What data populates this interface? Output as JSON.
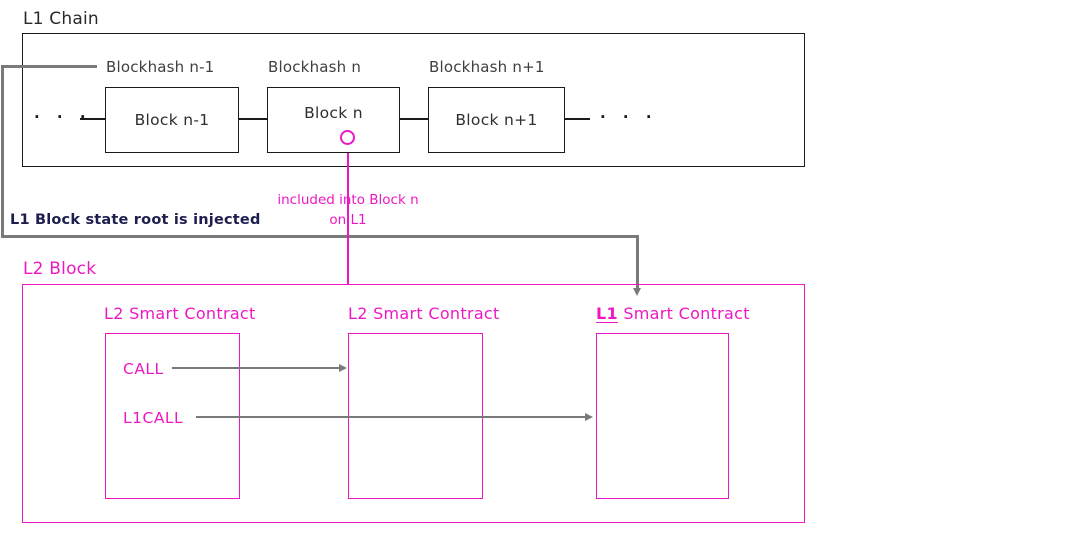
{
  "colors": {
    "magenta": "#ee18c3",
    "gray_line": "#7a7a7a",
    "black_line": "#1b1b1b",
    "navy": "#1d1d4e",
    "gray_text": "#3f3f3f",
    "dark_text": "#2a2a2a"
  },
  "l1_chain": {
    "title": "L1 Chain",
    "ellipsis_left": "· · ·",
    "ellipsis_right": "· · ·",
    "hash_labels": [
      "Blockhash n-1",
      "Blockhash n",
      "Blockhash n+1"
    ],
    "blocks": [
      "Block n-1",
      "Block n",
      "Block n+1"
    ]
  },
  "annotations": {
    "state_root": "L1 Block state root is injected",
    "included_line1": "included into Block n",
    "included_line2": "on L1"
  },
  "l2_block": {
    "title": "L2 Block",
    "contract1_label": "L2 Smart Contract",
    "contract2_label": "L2 Smart Contract",
    "contract3_label_bold": "L1",
    "contract3_label_rest": " Smart Contract",
    "call_label": "CALL",
    "l1call_label": "L1CALL"
  }
}
